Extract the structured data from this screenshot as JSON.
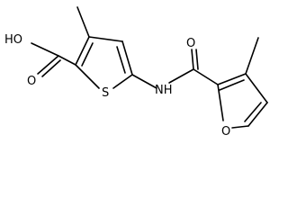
{
  "labels": {
    "hydroxyl": "HO",
    "carboxyl_oxygen": "O",
    "thiophene_sulfur": "S",
    "amide_nitrogen": "NH",
    "amide_oxygen": "O",
    "furan_oxygen": "O"
  }
}
